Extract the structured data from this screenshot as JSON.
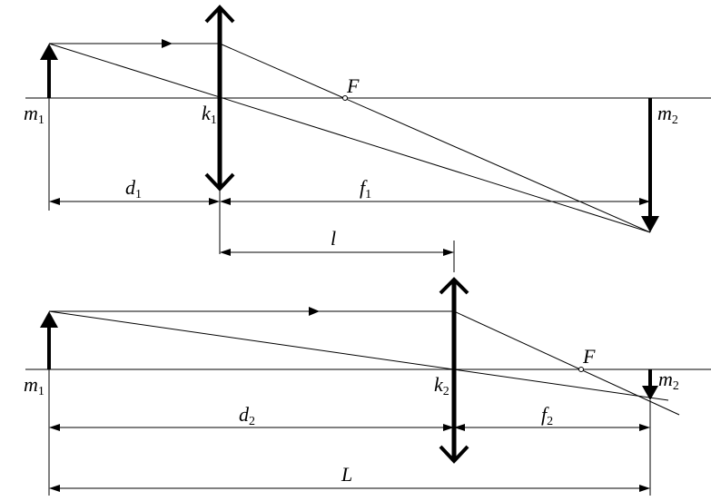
{
  "top_diagram": {
    "object_label": {
      "main": "m",
      "sub": "1"
    },
    "lens_label": {
      "main": "k",
      "sub": "1"
    },
    "focus_label": "F",
    "image_label": {
      "main": "m",
      "sub": "2"
    },
    "object_distance_label": {
      "main": "d",
      "sub": "1"
    },
    "image_distance_label": {
      "main": "f",
      "sub": "1"
    },
    "lens_shift_label": "l"
  },
  "bottom_diagram": {
    "object_label": {
      "main": "m",
      "sub": "1"
    },
    "lens_label": {
      "main": "k",
      "sub": "2"
    },
    "focus_label": "F",
    "image_label": {
      "main": "m",
      "sub": "2"
    },
    "object_distance_label": {
      "main": "d",
      "sub": "2"
    },
    "image_distance_label": {
      "main": "f",
      "sub": "2"
    },
    "total_distance_label": "L"
  }
}
